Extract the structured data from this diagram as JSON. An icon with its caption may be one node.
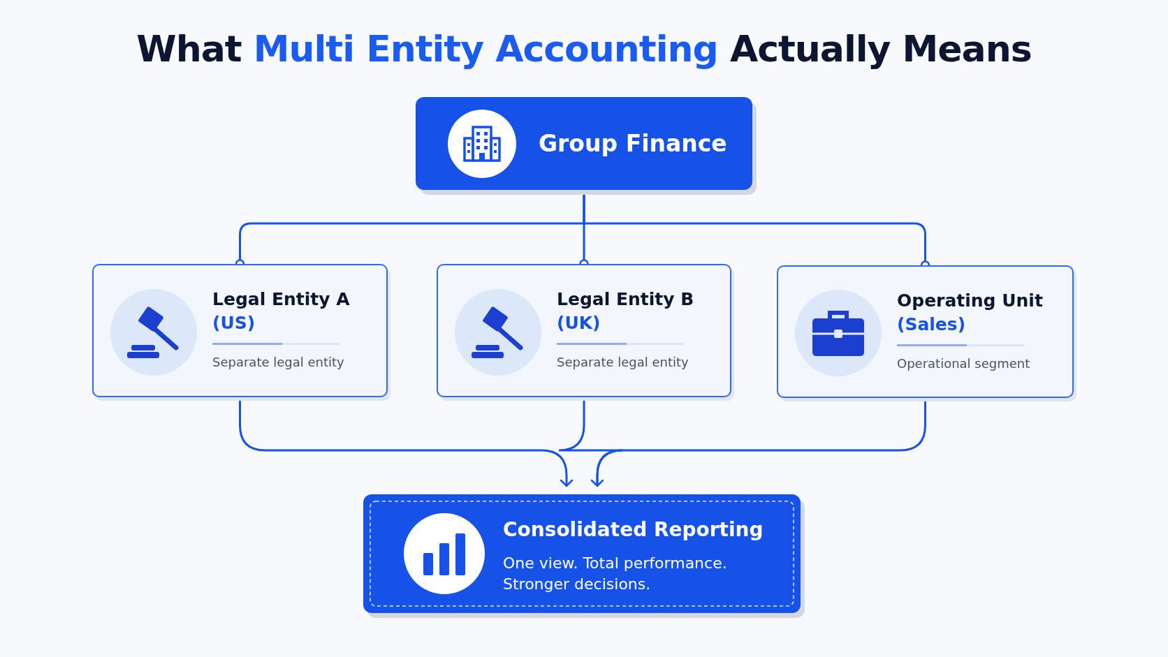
{
  "diagram": {
    "title": "What **Multi Entity Accounting** Actually Means",
    "nodes": [
      {
        "text": [
          "Group Finance"
        ]
      },
      {
        "text": [
          "Legal Entity A",
          "(US)",
          "Separate legal entity"
        ]
      },
      {
        "text": [
          "Legal Entity B",
          "(UK)",
          "Separate legal entity"
        ]
      },
      {
        "text": [
          "Operating Unit",
          "(Sales)",
          "Operational segment"
        ]
      },
      {
        "text": [
          "Consolidated Reporting",
          "One view. Total performance. Stronger decisions."
        ]
      }
    ],
    "edges": [
      {
        "from": 0,
        "to": 1,
        "arrow": "other"
      },
      {
        "from": 0,
        "to": 2,
        "arrow": "other"
      },
      {
        "from": 0,
        "to": 3,
        "arrow": "other"
      },
      {
        "from": 1,
        "to": 4,
        "arrow": "to"
      },
      {
        "from": 2,
        "to": 4,
        "arrow": "none"
      },
      {
        "from": 3,
        "to": 4,
        "arrow": "to"
      }
    ]
  }
}
